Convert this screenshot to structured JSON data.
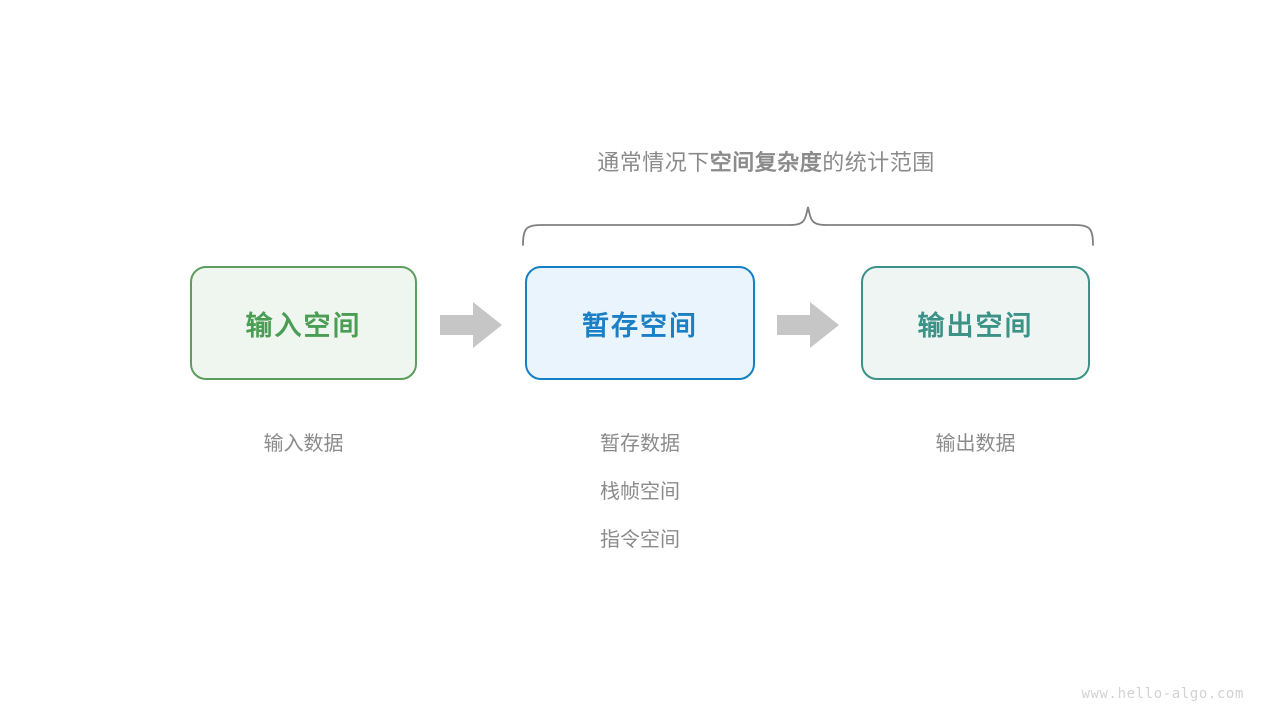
{
  "diagram": {
    "background_color": "#ffffff",
    "caption": {
      "prefix": "通常情况下",
      "emphasis": "空间复杂度",
      "suffix": "的统计范围",
      "color": "#8b8b8b"
    },
    "brace": {
      "name": "scope-brace",
      "color": "#808080",
      "spans": [
        "暂存空间",
        "输出空间"
      ]
    },
    "stages": [
      {
        "id": "input",
        "title": "输入空间",
        "border_color": "#5d9e5f",
        "fill_color": "#eff5ef",
        "text_color": "#4a9e54",
        "labels": [
          "输入数据"
        ]
      },
      {
        "id": "temp",
        "title": "暂存空间",
        "border_color": "#157fc7",
        "fill_color": "#eaf4fc",
        "text_color": "#1a7fc4",
        "labels": [
          "暂存数据",
          "栈帧空间",
          "指令空间"
        ]
      },
      {
        "id": "output",
        "title": "输出空间",
        "border_color": "#3d9287",
        "fill_color": "#eef5f3",
        "text_color": "#3d9287",
        "labels": [
          "输出数据"
        ]
      }
    ],
    "arrows": [
      {
        "id": "arrow-input-to-temp",
        "icon": "arrow-right-icon",
        "color": "#c6c6c6"
      },
      {
        "id": "arrow-temp-to-output",
        "icon": "arrow-right-icon",
        "color": "#c6c6c6"
      }
    ],
    "watermark": "www.hello-algo.com"
  }
}
